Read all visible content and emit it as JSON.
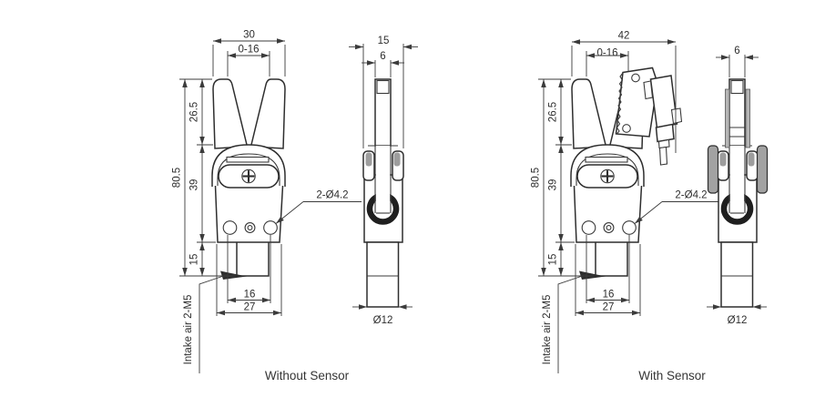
{
  "drawing": {
    "line_color": "#3b3b3b",
    "views": {
      "front_no_sensor": {
        "caption": "Without Sensor",
        "dims": {
          "overall_width": "30",
          "jaw_opening": "0-16",
          "jaw_length": "26.5",
          "overall_height": "80.5",
          "body_height": "39",
          "base_height": "15",
          "hole_pitch": "16",
          "body_width": "27",
          "mounting_holes": "2-Ø4.2",
          "air_port": "Intake air 2-M5"
        }
      },
      "side_no_sensor": {
        "dims": {
          "overall_depth": "15",
          "jaw_depth": "6",
          "shaft_diameter": "Ø12"
        }
      },
      "front_with_sensor": {
        "caption": "With Sensor",
        "dims": {
          "overall_width": "42",
          "jaw_opening": "0-16",
          "jaw_length": "26.5",
          "overall_height": "80.5",
          "body_height": "39",
          "base_height": "15",
          "hole_pitch": "16",
          "body_width": "27",
          "mounting_holes": "2-Ø4.2",
          "air_port": "Intake air 2-M5"
        }
      },
      "side_with_sensor": {
        "dims": {
          "jaw_depth": "6",
          "shaft_diameter": "Ø12"
        }
      }
    }
  }
}
